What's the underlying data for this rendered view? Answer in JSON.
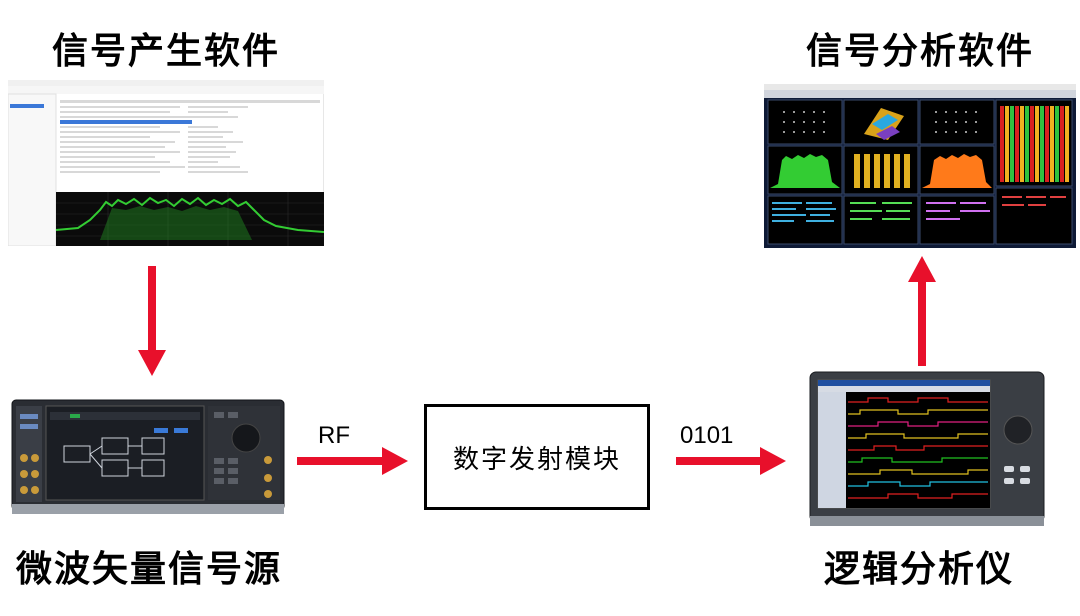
{
  "labels": {
    "signal_gen_software": "信号产生软件",
    "signal_analysis_software": "信号分析软件",
    "vector_signal_source": "微波矢量信号源",
    "logic_analyzer": "逻辑分析仪"
  },
  "module": {
    "label": "数字发射模块"
  },
  "edges": {
    "rf_label": "RF",
    "digital_label": "0101"
  },
  "colors": {
    "arrow": "#e8102b",
    "spectrum_green": "#33cc33",
    "spectrum_orange": "#ff7a1a",
    "trace_yellow": "#e0b020"
  }
}
